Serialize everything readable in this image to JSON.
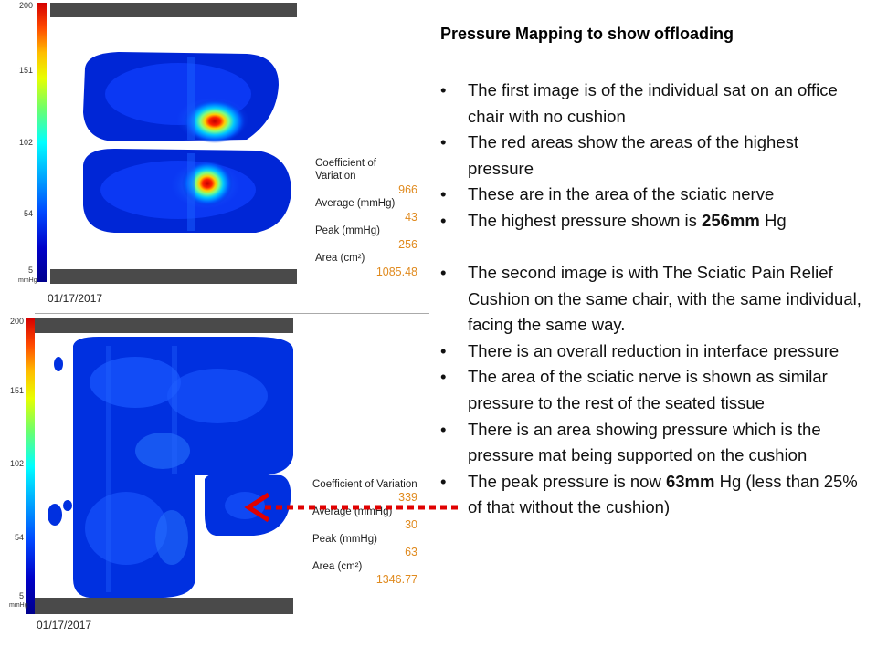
{
  "scale": {
    "ticks": [
      "200",
      "151",
      "102",
      "54",
      "5"
    ],
    "unit": "mmHg"
  },
  "map_top": {
    "stats": {
      "cov_label": "Coefficient of Variation",
      "cov_value": "966",
      "average_label": "Average (mmHg)",
      "average_value": "43",
      "peak_label": "Peak (mmHg)",
      "peak_value": "256",
      "area_label": "Area (cm²)",
      "area_value": "1085.48"
    },
    "date": "01/17/2017"
  },
  "map_bottom": {
    "stats": {
      "cov_label": "Coefficient of Variation",
      "cov_value": "339",
      "average_label": "Average (mmHg)",
      "average_value": "30",
      "peak_label": "Peak (mmHg)",
      "peak_value": "63",
      "area_label": "Area (cm²)",
      "area_value": "1346.77"
    },
    "date": "01/17/2017"
  },
  "heading": "Pressure Mapping to show offloading",
  "bullets_first": [
    {
      "pre": "The first image is of the individual sat on an office chair with no cushion"
    },
    {
      "pre": "The red areas show the areas of the highest pressure"
    },
    {
      "pre": "These are in the area of the sciatic nerve"
    },
    {
      "pre": "The highest pressure shown is ",
      "bold": "256mm",
      "post": " Hg"
    }
  ],
  "bullets_second": [
    {
      "pre": "The second image is with The Sciatic Pain Relief Cushion on the same chair, with the same individual, facing the same way."
    },
    {
      "pre": "There is an overall reduction in interface pressure"
    },
    {
      "pre": "The area of the sciatic nerve is shown as similar pressure to the rest of the seated tissue"
    },
    {
      "pre": "There is an area showing pressure which is the pressure mat being supported on the cushion"
    },
    {
      "pre": "The peak pressure is now ",
      "bold": "63mm",
      "post": " Hg (less than 25% of that without the cushion)"
    }
  ],
  "bullet_glyph": "•",
  "colors": {
    "stat_value": "#e08a1e",
    "arrow": "#e00000",
    "map_bar": "#4a4a4a"
  }
}
